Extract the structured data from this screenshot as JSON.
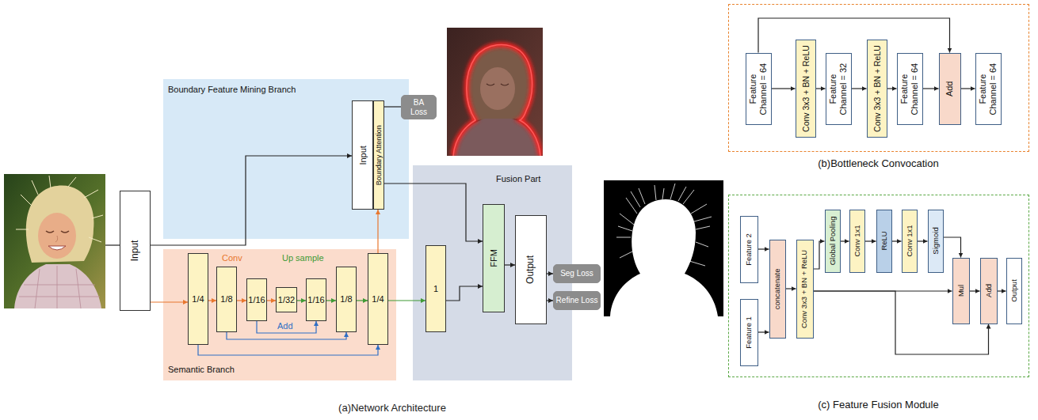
{
  "diagram": {
    "nodes": [
      {
        "text": [
          "Input"
        ]
      },
      {
        "text": [
          "Boundary Feature Mining Branch"
        ]
      },
      {
        "text": [
          "Input"
        ],
        "in": 1
      },
      {
        "text": [
          "Boundary Attention"
        ],
        "in": 1
      },
      {
        "text": [
          "BA Loss"
        ]
      },
      {
        "text": [
          "Semantic Branch"
        ]
      },
      {
        "text": [
          "1/4"
        ],
        "in": 5
      },
      {
        "text": [
          "1/8"
        ],
        "in": 5
      },
      {
        "text": [
          "1/16"
        ],
        "in": 5
      },
      {
        "text": [
          "1/32"
        ],
        "in": 5
      },
      {
        "text": [
          "1/16"
        ],
        "in": 5
      },
      {
        "text": [
          "1/8"
        ],
        "in": 5
      },
      {
        "text": [
          "1/4"
        ],
        "in": 5
      },
      {
        "text": [
          "Fusion Part"
        ]
      },
      {
        "text": [
          "1"
        ],
        "in": 13
      },
      {
        "text": [
          "FFM"
        ],
        "in": 13
      },
      {
        "text": [
          "Output"
        ],
        "in": 13
      },
      {
        "text": [
          "Seg Loss"
        ]
      },
      {
        "text": [
          "Refine Loss"
        ]
      },
      {
        "text": [
          "(b)Bottleneck Convocation"
        ]
      },
      {
        "text": [
          "Feature Channel = 64"
        ],
        "in": 19
      },
      {
        "text": [
          "Conv 3x3 + BN + ReLU"
        ],
        "in": 19
      },
      {
        "text": [
          "Feature Channel = 32"
        ],
        "in": 19
      },
      {
        "text": [
          "Conv 3x3 + BN + ReLU"
        ],
        "in": 19
      },
      {
        "text": [
          "Feature Channel = 64"
        ],
        "in": 19
      },
      {
        "text": [
          "Add"
        ],
        "in": 19
      },
      {
        "text": [
          "Feature Channel = 64"
        ],
        "in": 19
      },
      {
        "text": [
          "(c) Feature Fusion Module"
        ]
      },
      {
        "text": [
          "Feature 2"
        ],
        "in": 27
      },
      {
        "text": [
          "Feature 1"
        ],
        "in": 27
      },
      {
        "text": [
          "concatenate"
        ],
        "in": 27
      },
      {
        "text": [
          "Conv 3x3 + BN + ReLU"
        ],
        "in": 27
      },
      {
        "text": [
          "Global Pooling"
        ],
        "in": 27
      },
      {
        "text": [
          "Conv 1x1"
        ],
        "in": 27
      },
      {
        "text": [
          "ReLU"
        ],
        "in": 27
      },
      {
        "text": [
          "Conv 1x1"
        ],
        "in": 27
      },
      {
        "text": [
          "Sigmoid"
        ],
        "in": 27
      },
      {
        "text": [
          "Mul"
        ],
        "in": 27
      },
      {
        "text": [
          "Add"
        ],
        "in": 27
      },
      {
        "text": [
          "Output"
        ],
        "in": 27
      }
    ],
    "edges": [
      {
        "from": 0,
        "to": 2,
        "arrow": "to"
      },
      {
        "from": 0,
        "to": 6,
        "arrow": "to"
      },
      {
        "from": 6,
        "to": 7,
        "arrow": "to"
      },
      {
        "from": 7,
        "to": 8,
        "arrow": "to"
      },
      {
        "from": 8,
        "to": 9,
        "arrow": "to"
      },
      {
        "from": 9,
        "to": 10,
        "arrow": "to"
      },
      {
        "from": 10,
        "to": 11,
        "arrow": "to"
      },
      {
        "from": 11,
        "to": 12,
        "arrow": "to"
      },
      {
        "from": 8,
        "to": 10,
        "arrow": "to"
      },
      {
        "from": 7,
        "to": 11,
        "arrow": "to"
      },
      {
        "from": 6,
        "to": 12,
        "arrow": "to"
      },
      {
        "from": 12,
        "to": 3,
        "arrow": "to"
      },
      {
        "from": 12,
        "to": 14,
        "arrow": "to"
      },
      {
        "from": 3,
        "to": 4,
        "arrow": "none"
      },
      {
        "from": 3,
        "to": 15,
        "arrow": "to"
      },
      {
        "from": 14,
        "to": 15,
        "arrow": "to"
      },
      {
        "from": 15,
        "to": 16,
        "arrow": "to"
      },
      {
        "from": 16,
        "to": 17,
        "arrow": "to"
      },
      {
        "from": 16,
        "to": 18,
        "arrow": "to"
      },
      {
        "from": 20,
        "to": 21,
        "arrow": "to"
      },
      {
        "from": 21,
        "to": 22,
        "arrow": "to"
      },
      {
        "from": 22,
        "to": 23,
        "arrow": "to"
      },
      {
        "from": 23,
        "to": 24,
        "arrow": "to"
      },
      {
        "from": 24,
        "to": 25,
        "arrow": "to"
      },
      {
        "from": 25,
        "to": 26,
        "arrow": "to"
      },
      {
        "from": 20,
        "to": 25,
        "arrow": "to"
      },
      {
        "from": 28,
        "to": 30,
        "arrow": "to"
      },
      {
        "from": 29,
        "to": 30,
        "arrow": "to"
      },
      {
        "from": 30,
        "to": 31,
        "arrow": "to"
      },
      {
        "from": 31,
        "to": 32,
        "arrow": "to"
      },
      {
        "from": 32,
        "to": 33,
        "arrow": "to"
      },
      {
        "from": 33,
        "to": 34,
        "arrow": "to"
      },
      {
        "from": 34,
        "to": 35,
        "arrow": "to"
      },
      {
        "from": 35,
        "to": 36,
        "arrow": "to"
      },
      {
        "from": 36,
        "to": 37,
        "arrow": "to"
      },
      {
        "from": 31,
        "to": 37,
        "arrow": "to"
      },
      {
        "from": 31,
        "to": 38,
        "arrow": "to"
      },
      {
        "from": 37,
        "to": 38,
        "arrow": "to"
      },
      {
        "from": 38,
        "to": 39,
        "arrow": "to"
      }
    ],
    "labels": [
      "Conv",
      "Up sample",
      "Add",
      "(a)Network Architecture"
    ]
  }
}
